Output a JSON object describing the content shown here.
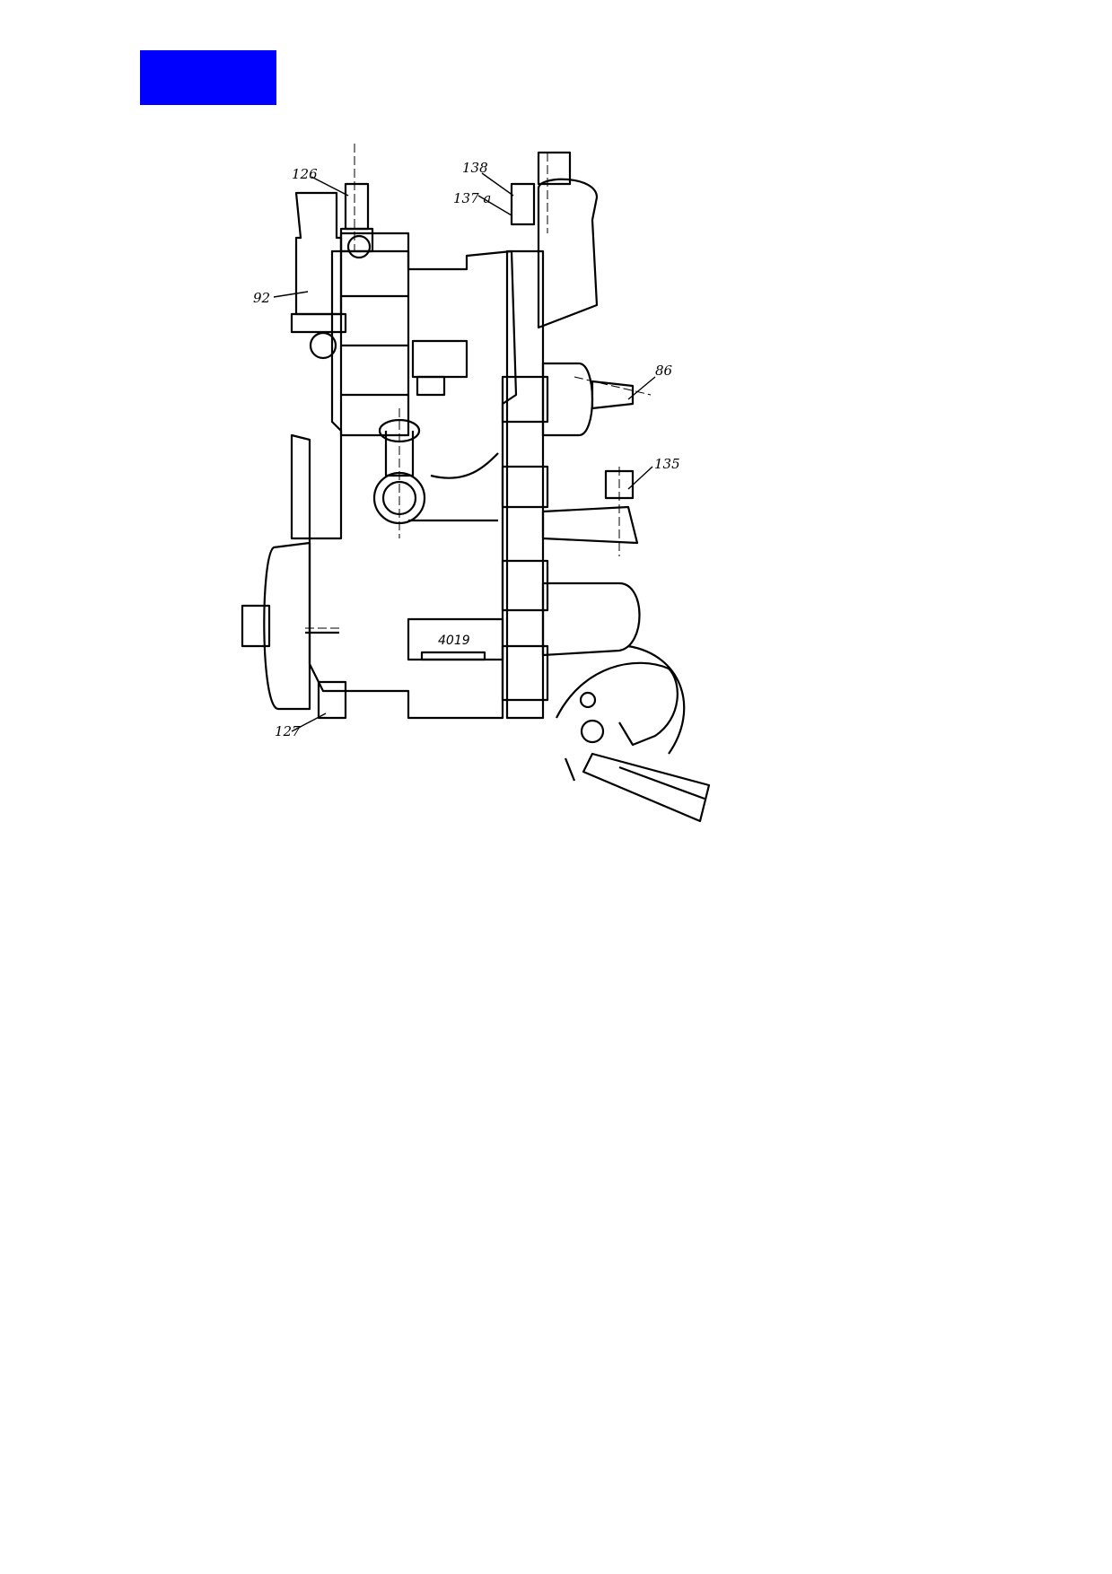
{
  "header_block": {
    "color": "#0000ff"
  },
  "figure": {
    "line_color": "#000000",
    "callouts": {
      "c126": "126",
      "c138": "138",
      "c137a": "137 a",
      "c92": "92",
      "c86": "86",
      "c135": "135",
      "c127": "127"
    },
    "nameplate_text": "4019"
  }
}
